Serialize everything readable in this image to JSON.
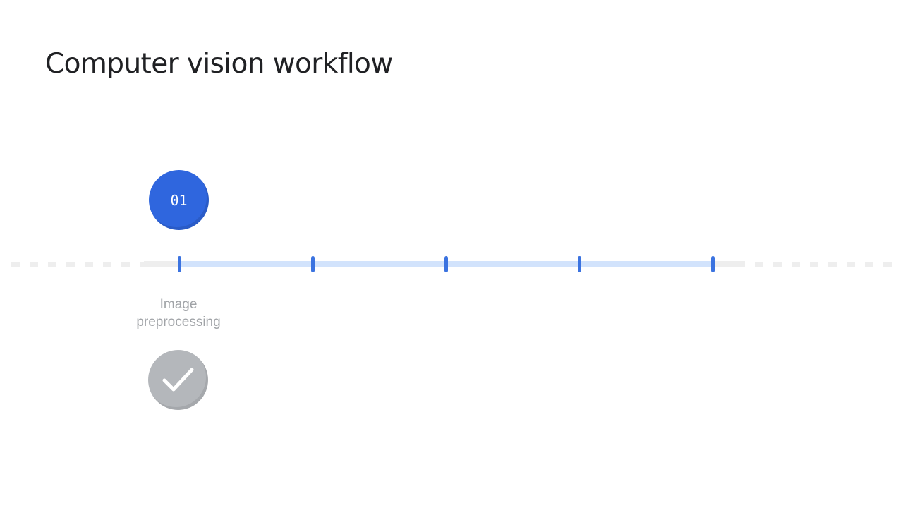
{
  "slide": {
    "title": "Computer vision workflow"
  },
  "timeline": {
    "tick_count": 5,
    "colors": {
      "accent": "#2f66de",
      "tick": "#3b73e0",
      "track_active": "#d2e3fc",
      "track_inactive": "#eeeeee",
      "done": "#b4b7bb"
    }
  },
  "steps": [
    {
      "number": "01",
      "label_line1": "Image",
      "label_line2": "preprocessing",
      "status_icon": "check-icon"
    }
  ]
}
